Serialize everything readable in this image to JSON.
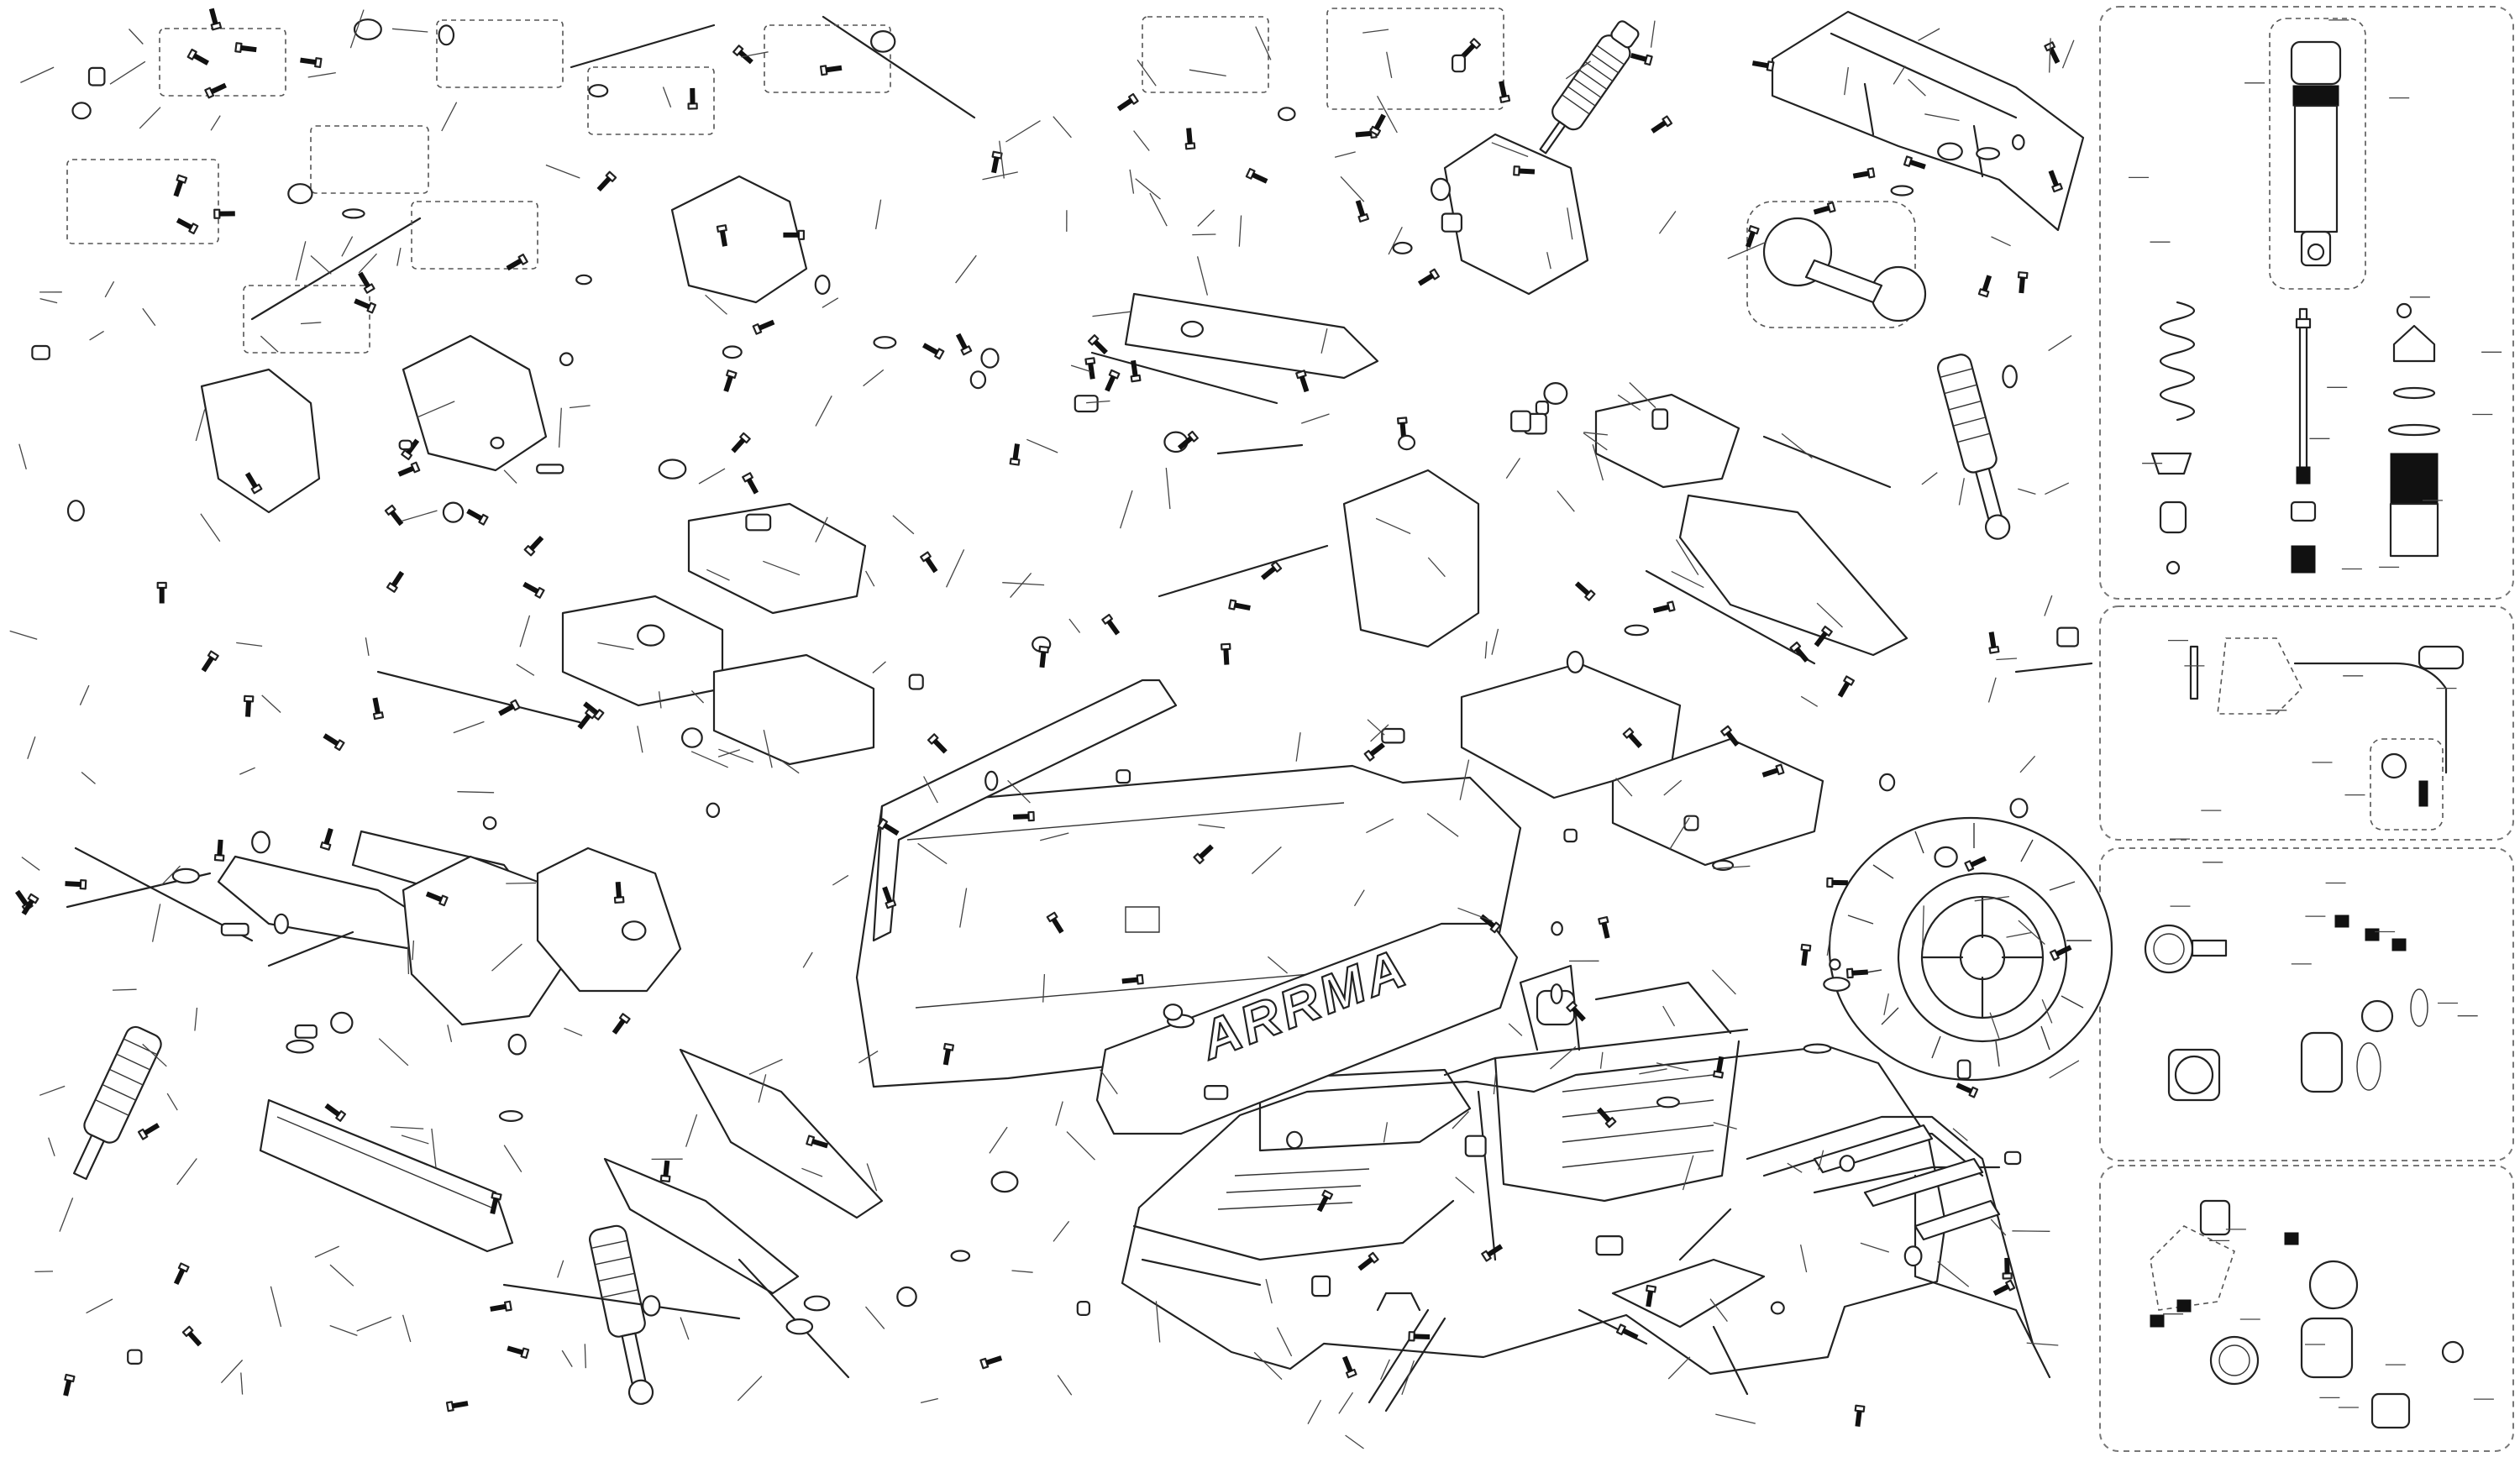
{
  "diagram": {
    "kind": "exploded parts diagram",
    "logo_text": "ARRMA",
    "line_color": "#222222",
    "background": "#ffffff",
    "inset_panels": 4
  }
}
